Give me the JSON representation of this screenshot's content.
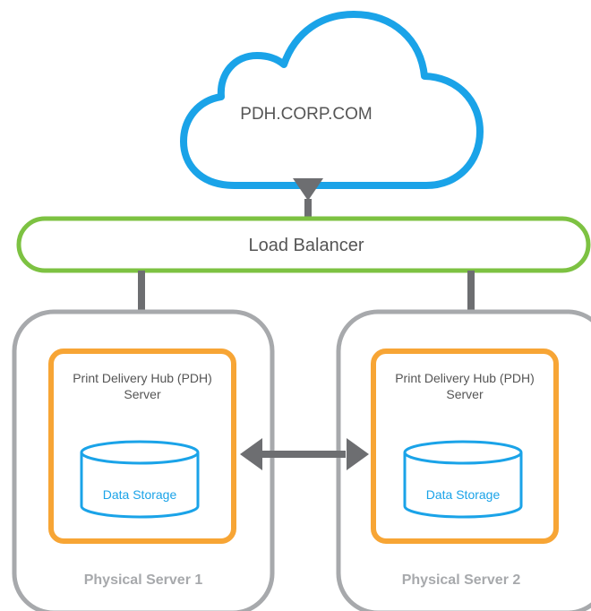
{
  "colors": {
    "cloud_stroke": "#1aa3e8",
    "load_balancer_stroke": "#7dc242",
    "server_stroke": "#a7a9ac",
    "pdh_box_stroke": "#f7a535",
    "storage_stroke": "#1aa3e8",
    "connector": "#6d6e71"
  },
  "cloud": {
    "label": "PDH.CORP.COM"
  },
  "load_balancer": {
    "label": "Load Balancer"
  },
  "servers": [
    {
      "pdh_label_line1": "Print Delivery Hub (PDH)",
      "pdh_label_line2": "Server",
      "storage_label": "Data Storage",
      "physical_label": "Physical Server 1"
    },
    {
      "pdh_label_line1": "Print Delivery Hub (PDH)",
      "pdh_label_line2": "Server",
      "storage_label": "Data Storage",
      "physical_label": "Physical Server 2"
    }
  ],
  "icons": {
    "cloud": "cloud-icon",
    "database": "database-icon",
    "sync_arrow": "double-arrow-icon"
  }
}
